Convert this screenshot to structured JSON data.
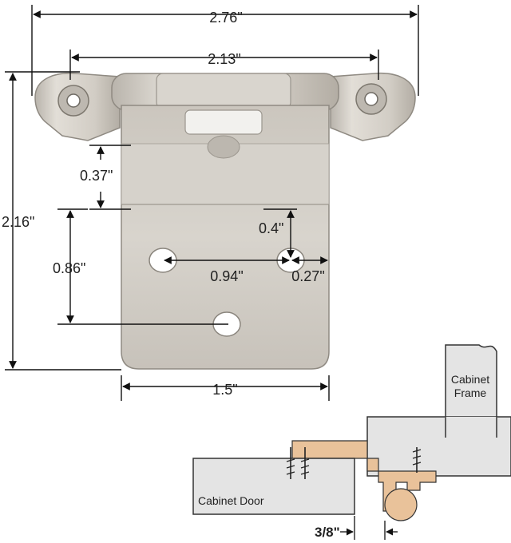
{
  "dimensions": {
    "overall_width": "2.76\"",
    "hole_spacing": "2.13\"",
    "overall_height": "2.16\"",
    "top_offset": "0.37\"",
    "vertical_hole_spacing": "0.86\"",
    "hole_to_edge_vertical": "0.4\"",
    "horizontal_hole_spacing": "0.94\"",
    "hole_to_edge_horizontal": "0.27\"",
    "plate_width": "1.5\""
  },
  "cross_section": {
    "frame_label_line1": "Cabinet",
    "frame_label_line2": "Frame",
    "door_label": "Cabinet Door",
    "inset_label": "3/8\""
  },
  "colors": {
    "metal": "#cfcac2",
    "metal_dark": "#a9a39a",
    "wood_fill": "#e4e4e4",
    "hinge_tan": "#e9c29a",
    "dimension_line": "#111111"
  }
}
